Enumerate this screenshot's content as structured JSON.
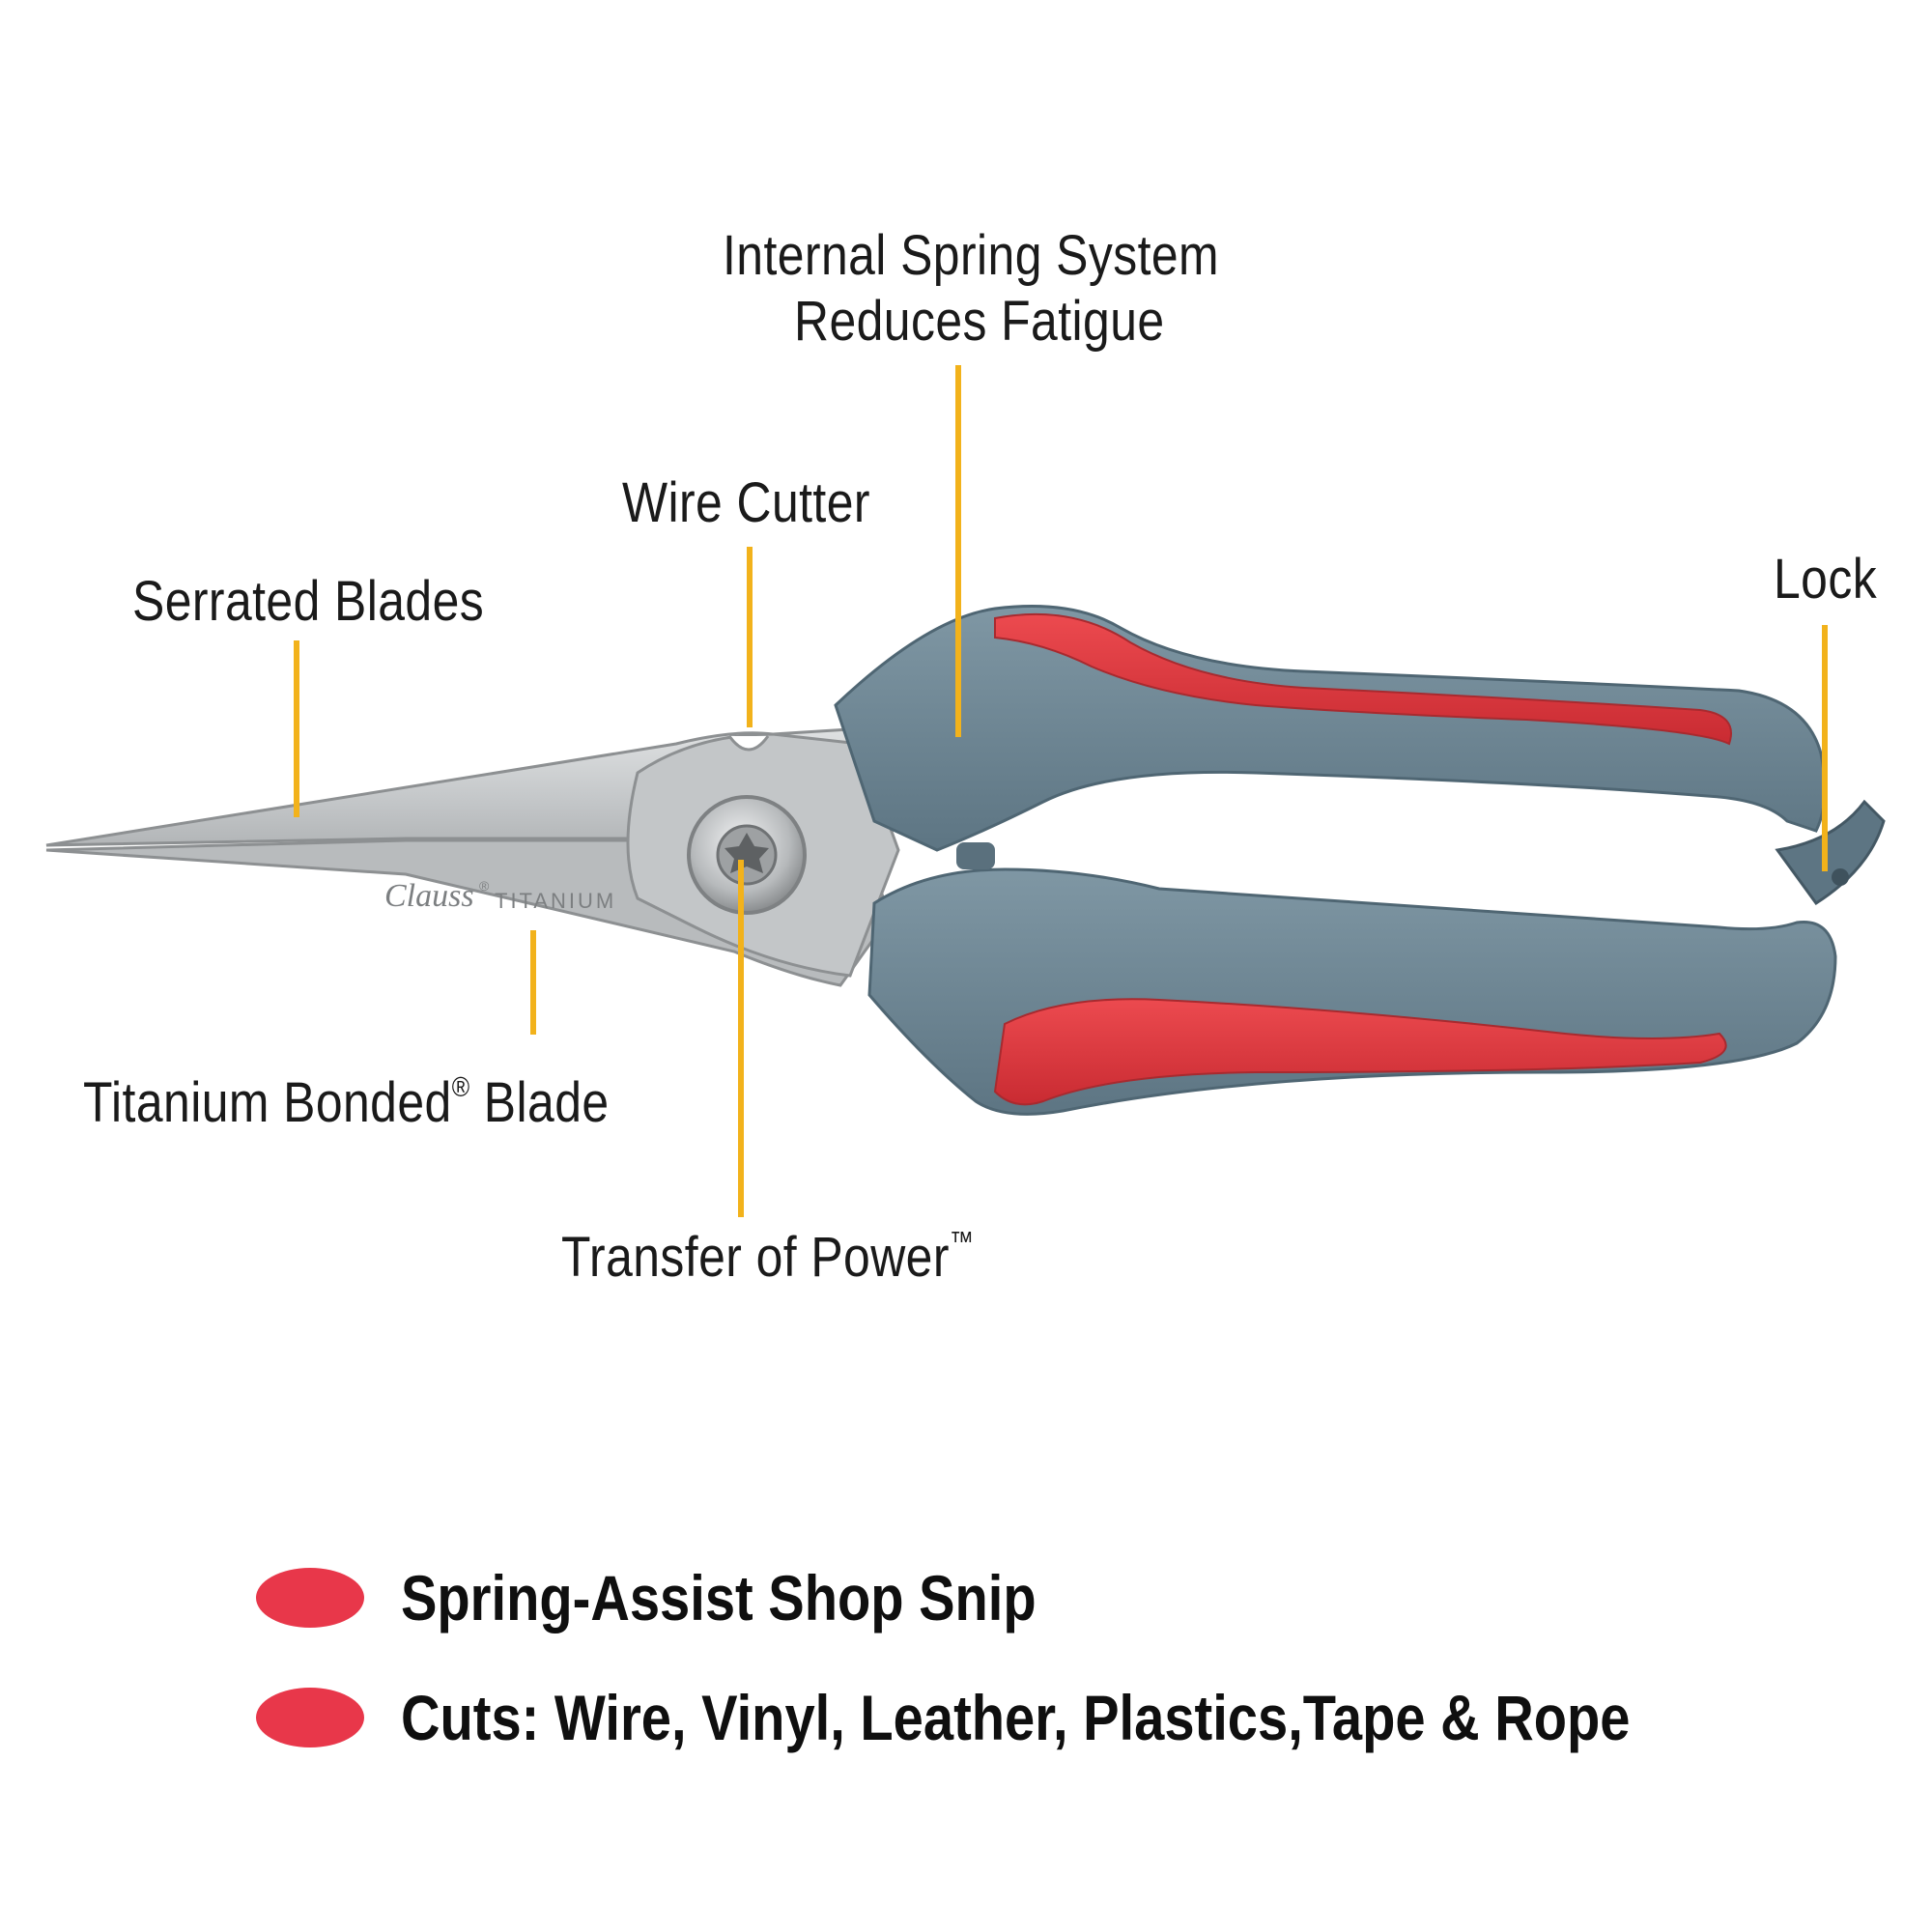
{
  "callouts": {
    "spring_line1": "Internal Spring System",
    "spring_line2": "Reduces Fatigue",
    "wire_cutter": "Wire Cutter",
    "serrated": "Serrated Blades",
    "lock": "Lock",
    "titanium_base": "Titanium Bonded",
    "titanium_mark": "®",
    "titanium_tail": " Blade",
    "power_base": "Transfer of Power",
    "power_mark": "™"
  },
  "blade_engraving": {
    "brand": "Clauss",
    "brand_mark": "®",
    "model": "TITANIUM"
  },
  "features": [
    {
      "text": "Spring-Assist Shop Snip"
    },
    {
      "text": "Cuts: Wire, Vinyl, Leather, Plastics,Tape & Rope"
    }
  ],
  "colors": {
    "leader": "#f2b21b",
    "bullet": "#e8374a",
    "grip_gray": "#6f8896",
    "grip_red": "#e23a40",
    "blade": "#c9ccce"
  }
}
